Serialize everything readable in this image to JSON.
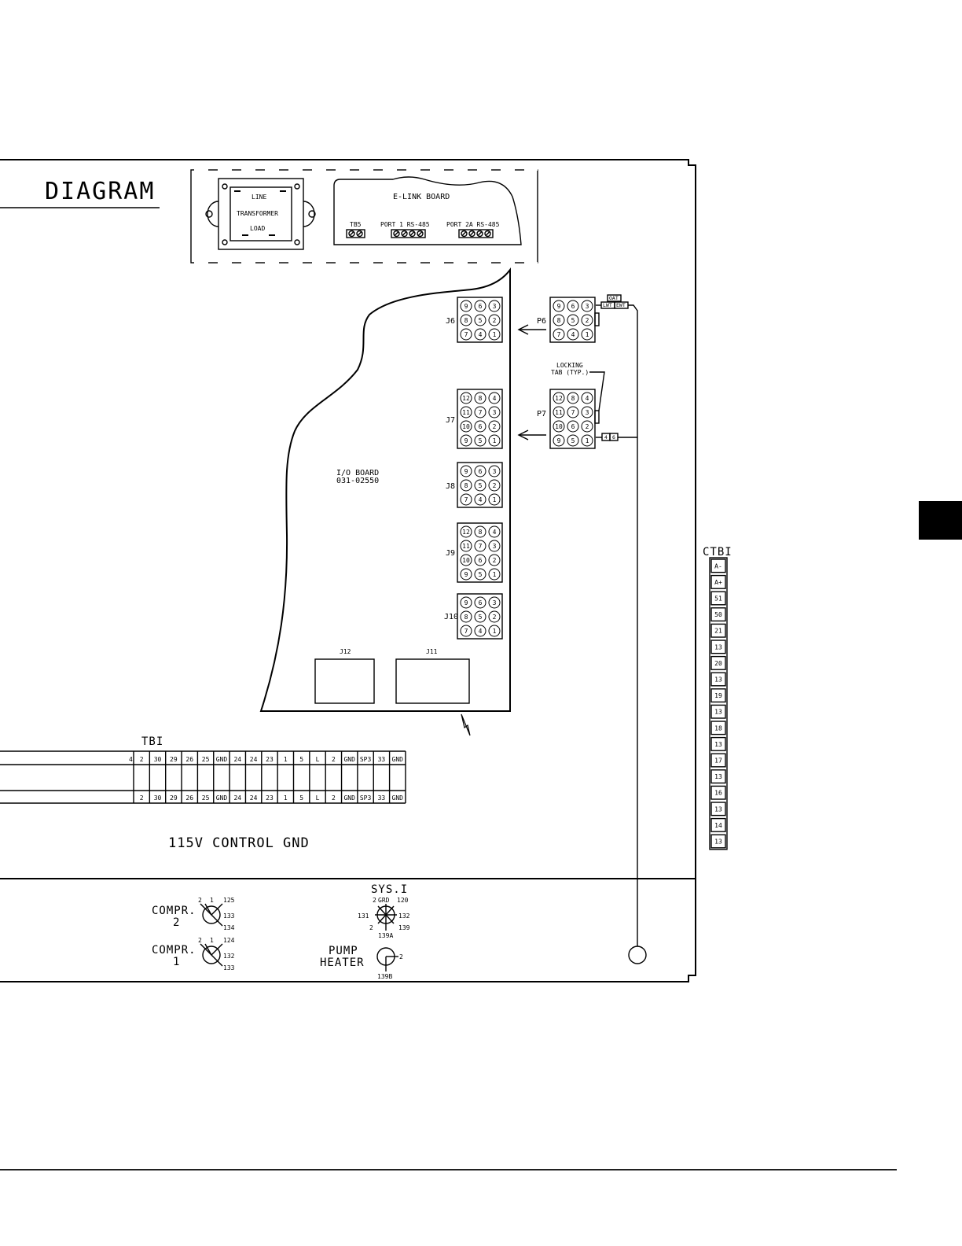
{
  "title": "DIAGRAM",
  "transformer": {
    "line": "LINE",
    "name": "TRANSFORMER",
    "load": "LOAD"
  },
  "elink": {
    "title": "E-LINK BOARD",
    "tb5": "TB5",
    "port1": "PORT 1 RS-485",
    "port2a": "PORT 2A RS-485"
  },
  "io_board": {
    "name": "I/O BOARD",
    "part": "031-02550"
  },
  "connectors": {
    "j6": {
      "label": "J6",
      "pins": [
        "9",
        "6",
        "3",
        "8",
        "5",
        "2",
        "7",
        "4",
        "1"
      ]
    },
    "j7": {
      "label": "J7",
      "pins": [
        "12",
        "8",
        "4",
        "11",
        "7",
        "3",
        "10",
        "6",
        "2",
        "9",
        "5",
        "1"
      ]
    },
    "j8": {
      "label": "J8",
      "pins": [
        "9",
        "6",
        "3",
        "8",
        "5",
        "2",
        "7",
        "4",
        "1"
      ]
    },
    "j9": {
      "label": "J9",
      "pins": [
        "12",
        "8",
        "4",
        "11",
        "7",
        "3",
        "10",
        "6",
        "2",
        "9",
        "5",
        "1"
      ]
    },
    "j10": {
      "label": "J10",
      "pins": [
        "9",
        "6",
        "3",
        "8",
        "5",
        "2",
        "7",
        "4",
        "1"
      ]
    },
    "j11": {
      "label": "J11"
    },
    "j12": {
      "label": "J12"
    },
    "p6": {
      "label": "P6",
      "pins": [
        "9",
        "6",
        "3",
        "8",
        "5",
        "2",
        "7",
        "4",
        "1"
      ]
    },
    "p7": {
      "label": "P7",
      "pins": [
        "12",
        "8",
        "4",
        "11",
        "7",
        "3",
        "10",
        "6",
        "2",
        "9",
        "5",
        "1"
      ]
    }
  },
  "sensors": {
    "oat": "OAT",
    "lwt": "LWT",
    "ewt": "EWT"
  },
  "locking_tab": {
    "line1": "LOCKING",
    "line2": "TAB (TYP.)"
  },
  "p7_wires": [
    "4",
    "6"
  ],
  "tb1": {
    "label": "TBI",
    "partial": "4",
    "terminals": [
      "2",
      "30",
      "29",
      "26",
      "25",
      "GND",
      "24",
      "24",
      "23",
      "1",
      "5",
      "L",
      "2",
      "GND",
      "SP3",
      "33",
      "GND"
    ]
  },
  "control_gnd": "115V CONTROL GND",
  "ctb1": {
    "label": "CTBI",
    "terminals": [
      "A-",
      "A+",
      "51",
      "50",
      "21",
      "13",
      "20",
      "13",
      "19",
      "13",
      "18",
      "13",
      "17",
      "13",
      "16",
      "13",
      "14",
      "13"
    ]
  },
  "compr2": {
    "line1": "COMPR.",
    "line2": "2",
    "pins": [
      "2",
      "1",
      "125",
      "133",
      "134"
    ]
  },
  "compr1": {
    "line1": "COMPR.",
    "line2": "1",
    "pins": [
      "2",
      "1",
      "124",
      "132",
      "133"
    ]
  },
  "sys1": {
    "label": "SYS.I",
    "pins": [
      "2",
      "GRD",
      "120",
      "131",
      "132",
      "2",
      "139",
      "139A"
    ]
  },
  "pump_heater": {
    "line1": "PUMP",
    "line2": "HEATER",
    "pins": [
      "2",
      "139B"
    ]
  }
}
